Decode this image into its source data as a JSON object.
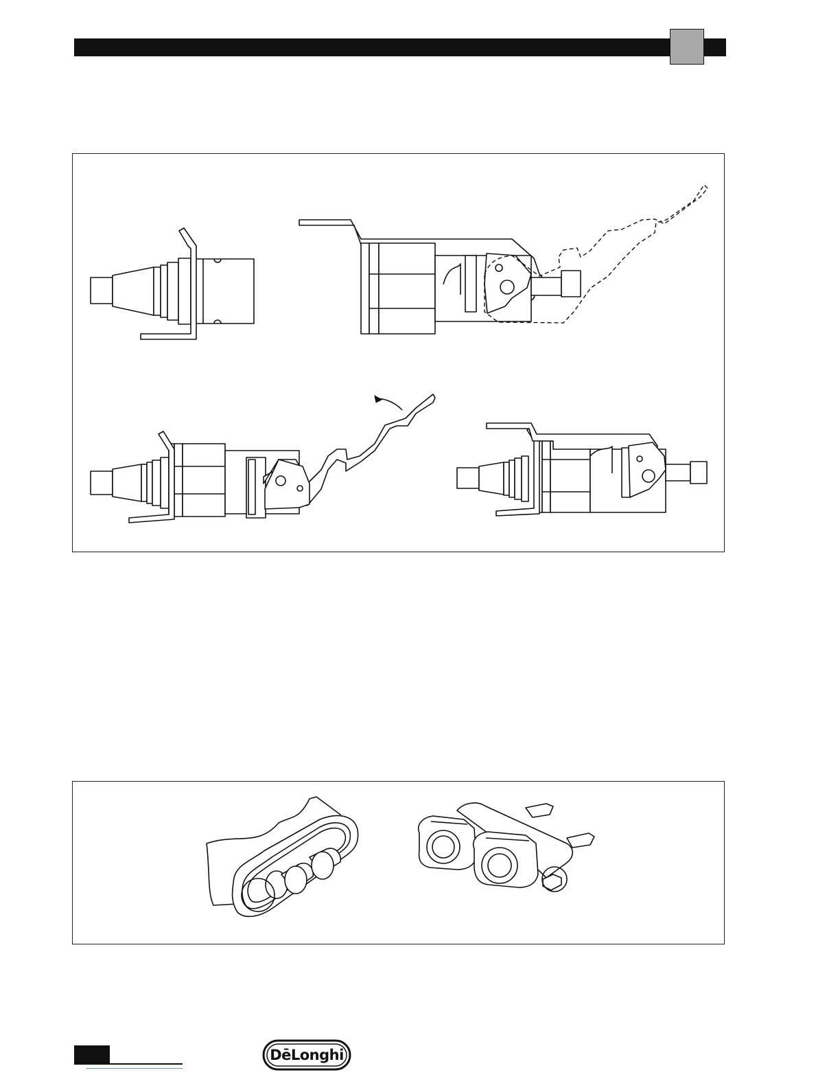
{
  "header": {
    "band_color": "#111111",
    "tab_color": "#a9a9a9"
  },
  "figures": [
    {
      "id": "lever-switch-assembly",
      "panels": 4
    },
    {
      "id": "connector-plugs",
      "panels": 2
    }
  ],
  "footer": {
    "logo_text": "DēLonghi",
    "logo": "delonghi-logo"
  }
}
